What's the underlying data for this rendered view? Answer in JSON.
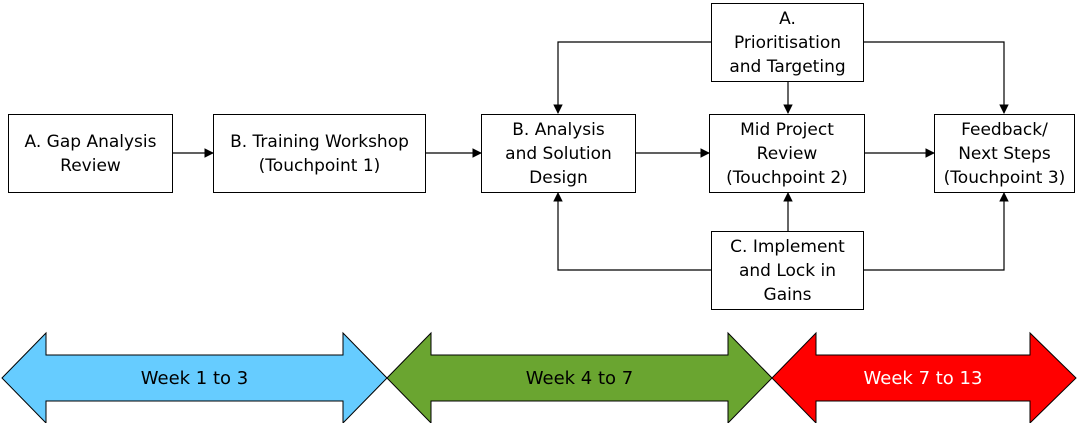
{
  "boxes": {
    "gap_analysis": "A. Gap Analysis\nReview",
    "training_workshop": "B. Training Workshop\n(Touchpoint 1)",
    "analysis_solution": "B. Analysis\nand Solution\nDesign",
    "prioritisation": "A.\nPrioritisation\nand Targeting",
    "mid_project": "Mid Project\nReview\n(Touchpoint 2)",
    "implement": "C. Implement\nand Lock in\nGains",
    "feedback": "Feedback/\nNext Steps\n(Touchpoint 3)"
  },
  "timeline": [
    {
      "label": "Week 1 to 3",
      "fill": "#66ccff",
      "text_color": "#000000"
    },
    {
      "label": "Week 4 to 7",
      "fill": "#6aa530",
      "text_color": "#000000"
    },
    {
      "label": "Week 7 to 13",
      "fill": "#ff0000",
      "text_color": "#ffffff"
    }
  ]
}
